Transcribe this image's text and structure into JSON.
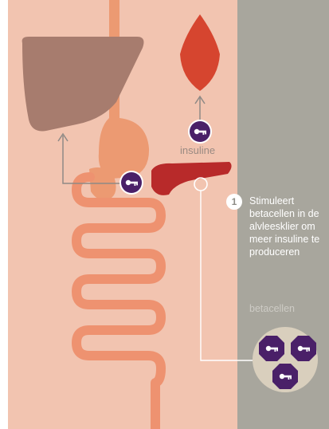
{
  "colors": {
    "background": "#f2c4b0",
    "panel": "#a8a69d",
    "liver": "#a77c6e",
    "organ_red": "#d6452f",
    "stomach": "#ec9a72",
    "intestine": "#ee9270",
    "pancreas": "#b82a2a",
    "key_badge": "#4a2068",
    "arrow": "#8f8a86"
  },
  "icons": {
    "key_badge": "key-icon",
    "step_marker": "number-circle"
  },
  "labels": {
    "insuline": "insuline",
    "step_number": "1",
    "step_text": "Stimuleert betacellen in de alvleesklier om meer insuline te produceren",
    "betacellen": "betacellen"
  }
}
